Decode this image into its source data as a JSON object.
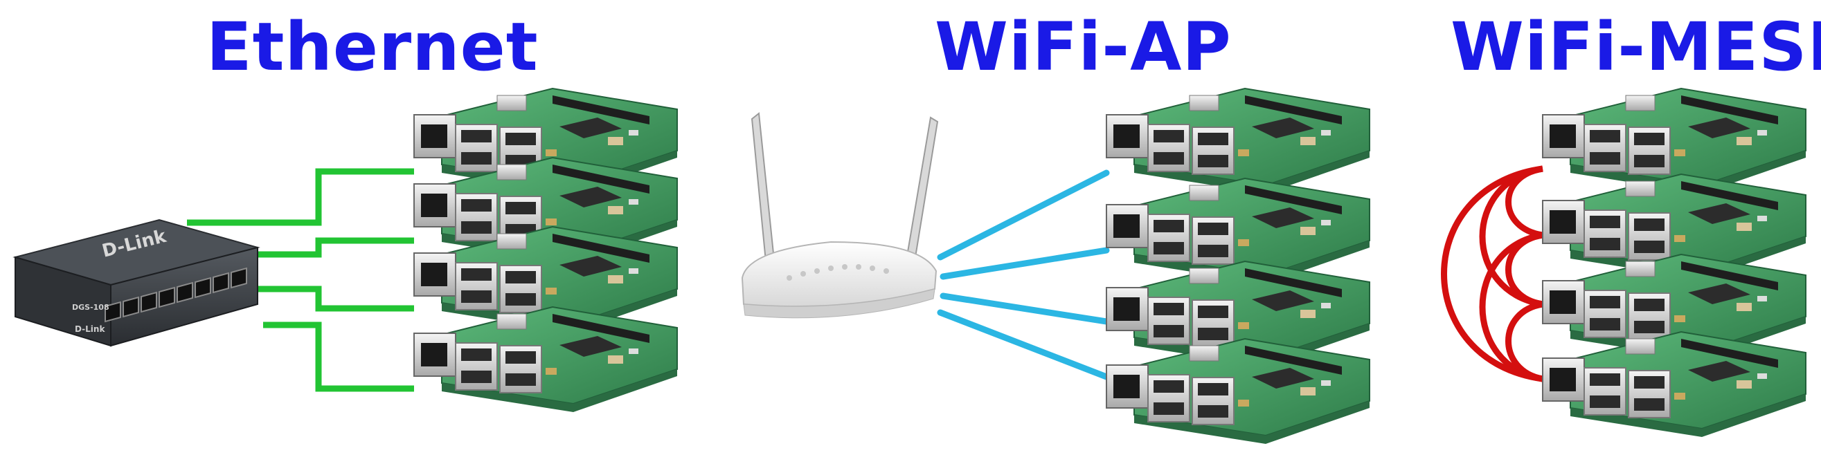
{
  "titles": {
    "ethernet": "Ethernet",
    "wifi_ap": "WiFi-AP",
    "wifi_mesh": "WiFi-MESH"
  },
  "switch": {
    "brand": "D-Link",
    "model": "DGS-108"
  },
  "colors": {
    "title": "#1a1ae6",
    "ethernet_cable": "#22c433",
    "wifi_link": "#2bb6e3",
    "mesh_link": "#d40f0f",
    "pcb": "#3e9a5e",
    "switch_body": "#3b3f44",
    "router_body": "#f2f2f2"
  },
  "groups": [
    {
      "id": "ethernet",
      "board_count": 4
    },
    {
      "id": "wifi-ap",
      "board_count": 4
    },
    {
      "id": "wifi-mesh",
      "board_count": 4
    }
  ]
}
